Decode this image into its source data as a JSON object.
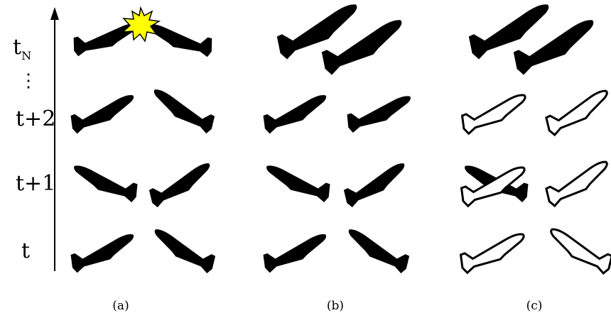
{
  "time_axis": {
    "labels": {
      "tN_base": "t",
      "tN_sub": "N",
      "dots": "⋮",
      "t2": "t+2",
      "t1": "t+1",
      "t0": "t"
    }
  },
  "panels": [
    {
      "caption": "(a)",
      "collision_mark": "yellow-star"
    },
    {
      "caption": "(b)"
    },
    {
      "caption": "(c)"
    }
  ],
  "colors": {
    "plane_fill": "#000000",
    "plane_outline_fill": "#ffffff",
    "star_fill": "#ffff00",
    "star_stroke": "#000000"
  }
}
